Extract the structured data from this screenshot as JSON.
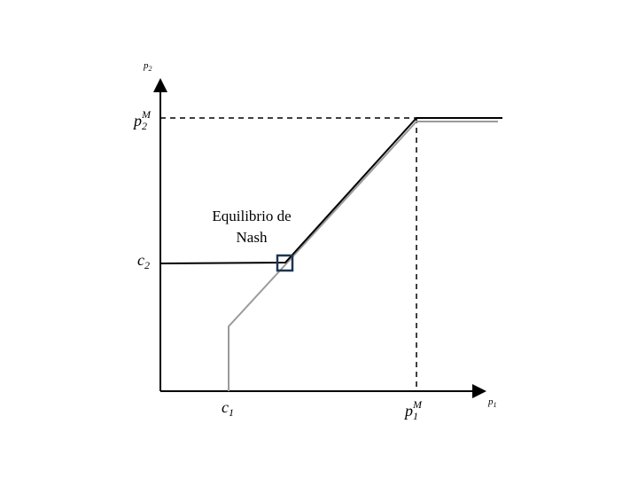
{
  "axes": {
    "x_label": "p",
    "x_label_sub": "1",
    "y_label": "p",
    "y_label_sub": "2"
  },
  "ticks": {
    "c1": {
      "base": "c",
      "sub": "1"
    },
    "c2": {
      "base": "c",
      "sub": "2"
    },
    "p1M": {
      "base": "p",
      "sub": "1",
      "sup": "M"
    },
    "p2M": {
      "base": "p",
      "sub": "2",
      "sup": "M"
    }
  },
  "annotation": {
    "line1": "Equilibrio de",
    "line2": "Nash"
  },
  "colors": {
    "black_curve": "#000000",
    "gray_curve": "#9a9a9a",
    "marker": "#1f3552"
  }
}
